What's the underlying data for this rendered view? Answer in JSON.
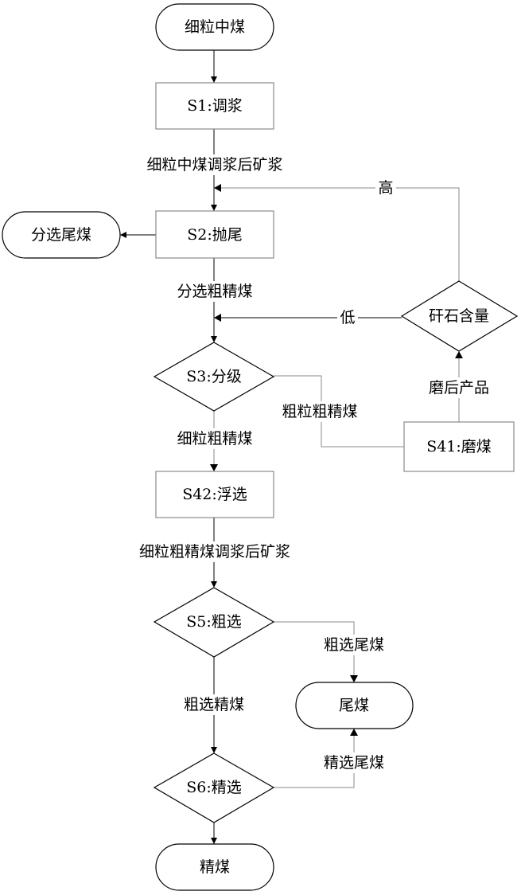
{
  "nodes": {
    "start": "细粒中煤",
    "s1": "S1:调浆",
    "s2": "S2:抛尾",
    "tail_s2": "分选尾煤",
    "s3": "S3:分级",
    "s41": "S41:磨煤",
    "gangue": "矸石含量",
    "s42": "S42:浮选",
    "s5": "S5:粗选",
    "tail": "尾煤",
    "s6": "S6:精选",
    "end": "精煤"
  },
  "edges": {
    "slurry_after_s1": "细粒中煤调浆后矿浆",
    "rough_concentrate": "分选粗精煤",
    "fine_rough": "细粒粗精煤",
    "coarse_rough": "粗粒粗精煤",
    "milled_product": "磨后产品",
    "high": "高",
    "low": "低",
    "slurry_after_s42": "细粒粗精煤调浆后矿浆",
    "rougher_tail": "粗选尾煤",
    "rougher_concentrate": "粗选精煤",
    "cleaner_tail": "精选尾煤"
  },
  "colors": {
    "line": "#000000",
    "box_border": "#8a8a8a",
    "background": "#ffffff"
  }
}
